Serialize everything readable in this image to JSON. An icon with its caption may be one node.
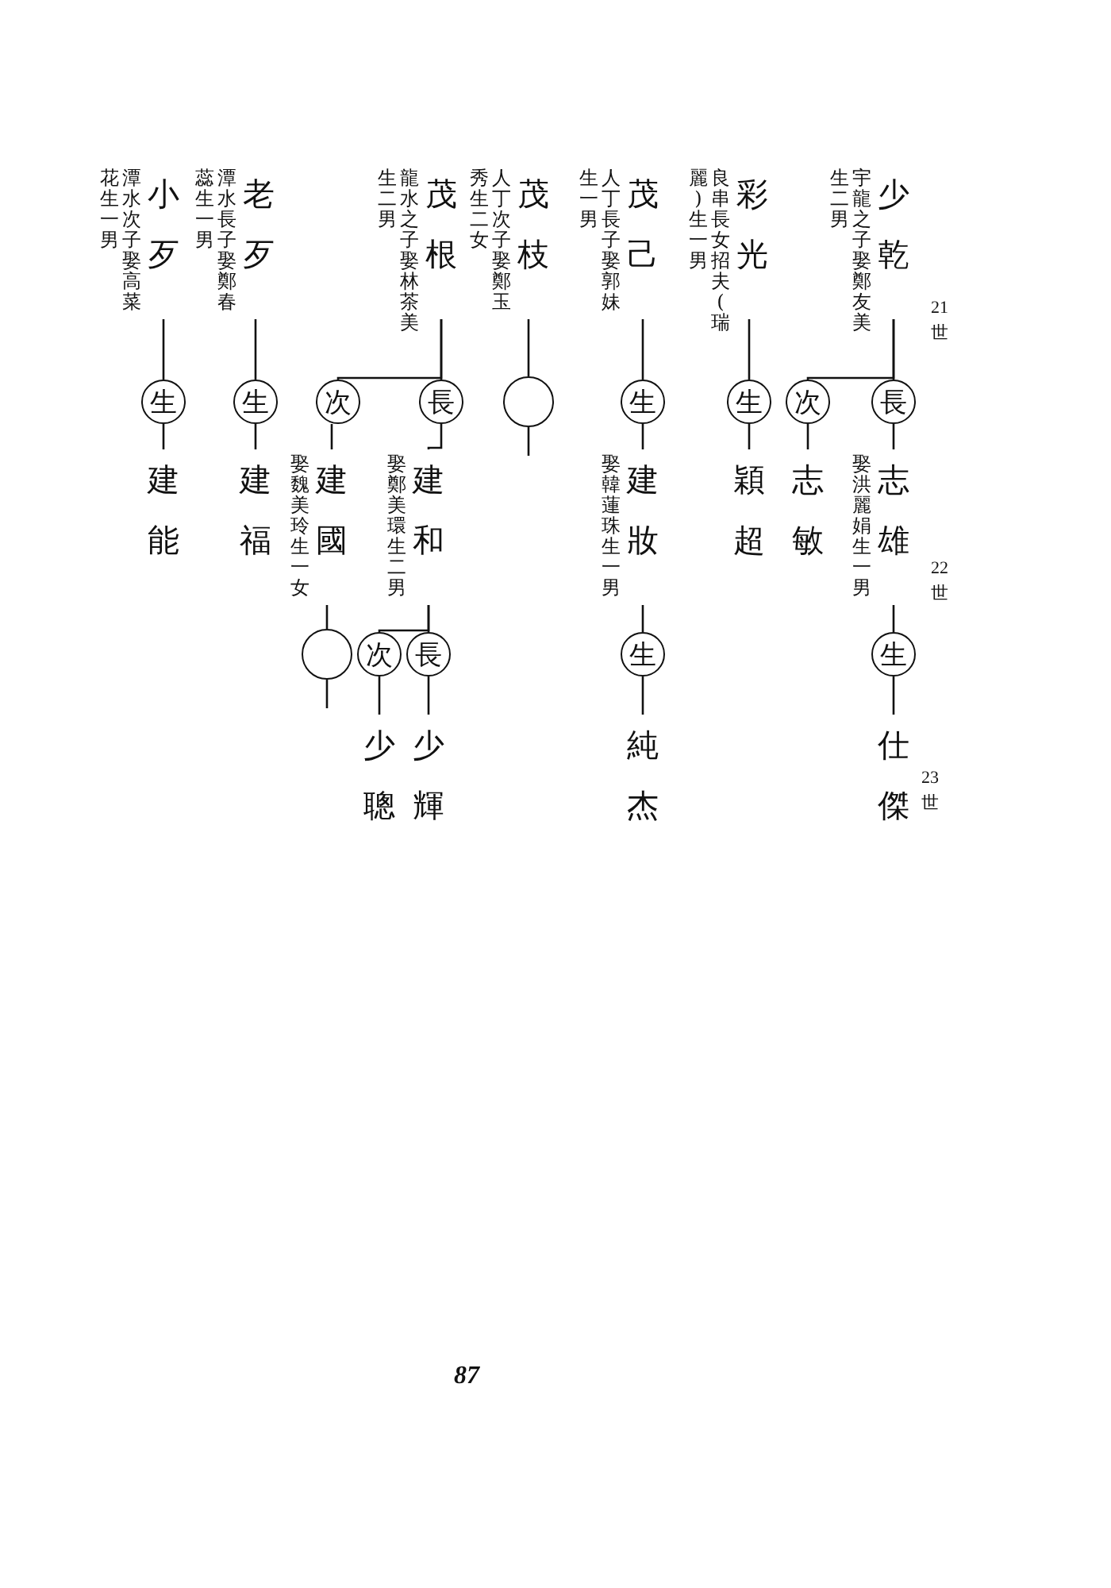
{
  "diagram": {
    "nodes": [
      {
        "text": [
          "少乾"
        ],
        "beside": [
          "宇龍之子娶鄭友美生二男"
        ]
      },
      {
        "text": [
          "長"
        ]
      },
      {
        "text": [
          "次"
        ]
      },
      {
        "text": [
          "志雄"
        ],
        "beside": [
          "娶洪麗娟生一男"
        ]
      },
      {
        "text": [
          "志敏"
        ]
      },
      {
        "text": [
          "生"
        ]
      },
      {
        "text": [
          "仕傑"
        ]
      },
      {
        "text": [
          "彩光"
        ],
        "beside": [
          "良串長女招夫(瑞麗)生一男"
        ]
      },
      {
        "text": [
          "生"
        ]
      },
      {
        "text": [
          "穎超"
        ]
      },
      {
        "text": [
          "茂己"
        ],
        "beside": [
          "人丁長子娶郭妹生一男"
        ]
      },
      {
        "text": [
          "生"
        ]
      },
      {
        "text": [
          "建妝"
        ],
        "beside": [
          "娶韓蓮珠生一男"
        ]
      },
      {
        "text": [
          "生"
        ]
      },
      {
        "text": [
          "純杰"
        ]
      },
      {
        "text": [
          "茂枝"
        ],
        "beside": [
          "人丁次子娶鄭玉秀生二女"
        ]
      },
      {
        "text": [],
        "shape": "circle"
      },
      {
        "text": [
          "茂根"
        ],
        "beside": [
          "龍水之子娶林茶美生二男"
        ]
      },
      {
        "text": [
          "長"
        ]
      },
      {
        "text": [
          "次"
        ]
      },
      {
        "text": [
          "建和"
        ],
        "beside": [
          "娶鄭美環生二男"
        ]
      },
      {
        "text": [
          "建國"
        ],
        "beside": [
          "娶魏美玲生一女"
        ]
      },
      {
        "text": [
          "長"
        ]
      },
      {
        "text": [
          "次"
        ]
      },
      {
        "text": [],
        "shape": "circle"
      },
      {
        "text": [
          "少輝"
        ]
      },
      {
        "text": [
          "少聰"
        ]
      },
      {
        "text": [
          "老歹"
        ],
        "beside": [
          "潭水長子娶鄭春蕊生一男"
        ]
      },
      {
        "text": [
          "生"
        ]
      },
      {
        "text": [
          "建福"
        ]
      },
      {
        "text": [
          "小歹"
        ],
        "beside": [
          "潭水次子娶高菜花生一男"
        ]
      },
      {
        "text": [
          "生"
        ]
      },
      {
        "text": [
          "建能"
        ]
      }
    ],
    "edges": [
      {
        "from": 0,
        "to": 1,
        "arrow": "none"
      },
      {
        "from": 0,
        "to": 2,
        "arrow": "none"
      },
      {
        "from": 1,
        "to": 3,
        "arrow": "none"
      },
      {
        "from": 2,
        "to": 4,
        "arrow": "none"
      },
      {
        "from": 3,
        "to": 5,
        "arrow": "none"
      },
      {
        "from": 5,
        "to": 6,
        "arrow": "none"
      },
      {
        "from": 7,
        "to": 8,
        "arrow": "none"
      },
      {
        "from": 8,
        "to": 9,
        "arrow": "none"
      },
      {
        "from": 10,
        "to": 11,
        "arrow": "none"
      },
      {
        "from": 11,
        "to": 12,
        "arrow": "none"
      },
      {
        "from": 12,
        "to": 13,
        "arrow": "none"
      },
      {
        "from": 13,
        "to": 14,
        "arrow": "none"
      },
      {
        "from": 15,
        "to": 16,
        "arrow": "none"
      },
      {
        "from": 16,
        "to": null,
        "arrow": "none"
      },
      {
        "from": 17,
        "to": 18,
        "arrow": "none"
      },
      {
        "from": 17,
        "to": 19,
        "arrow": "none"
      },
      {
        "from": 18,
        "to": 20,
        "arrow": "none"
      },
      {
        "from": 19,
        "to": 21,
        "arrow": "none"
      },
      {
        "from": 20,
        "to": 22,
        "arrow": "none"
      },
      {
        "from": 20,
        "to": 23,
        "arrow": "none"
      },
      {
        "from": 22,
        "to": 25,
        "arrow": "none"
      },
      {
        "from": 23,
        "to": 26,
        "arrow": "none"
      },
      {
        "from": 21,
        "to": 24,
        "arrow": "none"
      },
      {
        "from": 24,
        "to": null,
        "arrow": "none"
      },
      {
        "from": 27,
        "to": 28,
        "arrow": "none"
      },
      {
        "from": 28,
        "to": 29,
        "arrow": "none"
      },
      {
        "from": 30,
        "to": 31,
        "arrow": "none"
      },
      {
        "from": 31,
        "to": 32,
        "arrow": "none"
      }
    ],
    "labels": [
      "21 世",
      "22 世",
      "23 世",
      "87"
    ]
  }
}
